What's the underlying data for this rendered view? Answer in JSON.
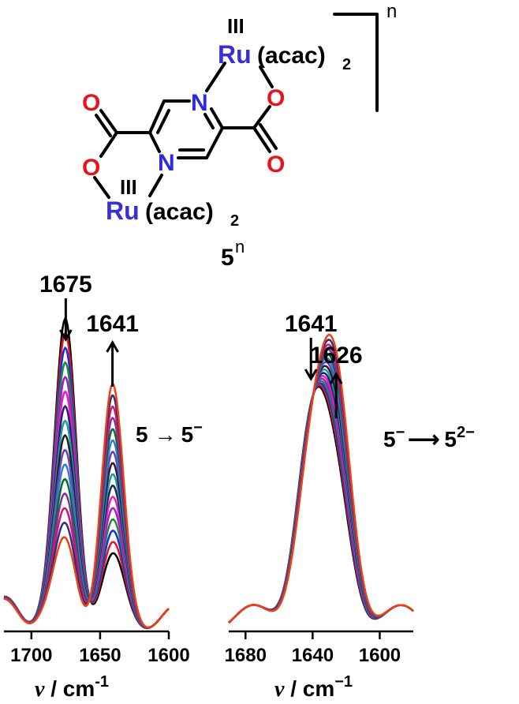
{
  "structure": {
    "ru_top": "Ru",
    "ru_bottom": "Ru",
    "acac_top": "(acac)",
    "acac_bottom": "(acac)",
    "sub_2": "2",
    "oxidation_top": "III",
    "oxidation_bottom": "III",
    "charge_n": "n",
    "atom_N": "N",
    "atom_O": "O",
    "compound_number": "5",
    "compound_superscript": "n",
    "colors": {
      "metal": "#3a2fd0",
      "nitrogen": "#2a2ae0",
      "oxygen": "#e8141c",
      "bond": "#000000"
    }
  },
  "chart_data": [
    {
      "type": "line",
      "panel": "left",
      "xlim": [
        1720,
        1600
      ],
      "x_ticks": [
        "1700",
        "1650",
        "1600"
      ],
      "x_tick_values": [
        1700,
        1650,
        1600
      ],
      "xlabel_symbol": "ν",
      "xlabel_unit": " / cm",
      "xlabel_exp": "-1",
      "peak_labels": [
        {
          "text": "1675",
          "x": 1675,
          "arrow": "down"
        },
        {
          "text": "1641",
          "x": 1641,
          "arrow": "up"
        }
      ],
      "process": {
        "from": "5",
        "to": "5",
        "to_sup": "−"
      },
      "series_count": 16,
      "colors": [
        "#000000",
        "#e8141c",
        "#1a2ce6",
        "#1f8a3a",
        "#a020c8",
        "#e020c0",
        "#222266",
        "#1a9a9a",
        "#202020",
        "#6a40c0",
        "#2f7fd0",
        "#0a6a2a",
        "#8030a0",
        "#d01870",
        "#303080",
        "#f04010"
      ],
      "peaks": [
        {
          "x": 1675,
          "start": 1.0,
          "end": 0.25
        },
        {
          "x": 1641,
          "start": 0.18,
          "end": 0.76
        },
        {
          "x": 1714,
          "start": 0.06,
          "end": 0.05
        }
      ]
    },
    {
      "type": "line",
      "panel": "right",
      "xlim": [
        1690,
        1580
      ],
      "x_ticks": [
        "1680",
        "1640",
        "1600"
      ],
      "x_tick_values": [
        1680,
        1640,
        1600
      ],
      "xlabel_symbol": "ν",
      "xlabel_unit": " / cm",
      "xlabel_exp": "−1",
      "peak_labels": [
        {
          "text": "1641",
          "x": 1641,
          "arrow": "down"
        },
        {
          "text": "1626",
          "x": 1626,
          "arrow": "up"
        }
      ],
      "process": {
        "from": "5",
        "from_sup": "−",
        "to": "5",
        "to_sup": "2−"
      },
      "series_count": 16,
      "colors": [
        "#000000",
        "#e8141c",
        "#1a2ce6",
        "#1f8a3a",
        "#a020c8",
        "#e020c0",
        "#222266",
        "#1a9a9a",
        "#202020",
        "#6a40c0",
        "#2f7fd0",
        "#0a6a2a",
        "#8030a0",
        "#d01870",
        "#303080",
        "#f04010"
      ],
      "peaks": [
        {
          "x": 1641,
          "start": 0.62,
          "end": 0.5
        },
        {
          "x": 1626,
          "start": 0.4,
          "end": 0.75
        }
      ]
    }
  ]
}
